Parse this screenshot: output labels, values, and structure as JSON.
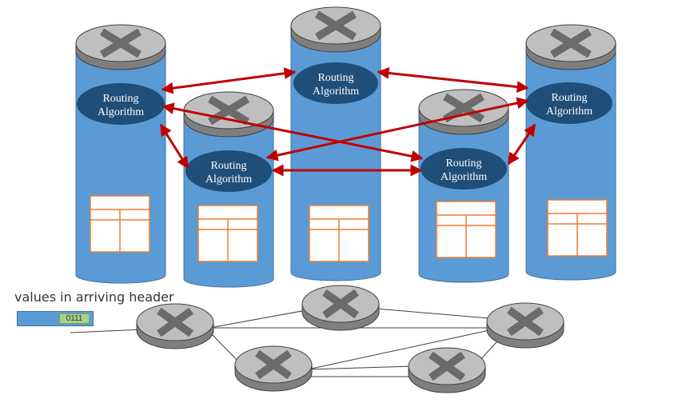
{
  "colors": {
    "cylinder_fill": "#5b9bd5",
    "cylinder_stroke": "#41719c",
    "router_top": "#bfbfbf",
    "router_side": "#7f7f7f",
    "router_cross": "#6b6b6b",
    "algorithm_fill": "#1f4e79",
    "table_stroke": "#ed7d31",
    "arrow": "#c00000",
    "link": "#404040"
  },
  "control_plane": {
    "algorithm_label_line1": "Routing",
    "algorithm_label_line2": "Algorithm",
    "node_count": 5
  },
  "data_plane": {
    "header_caption": "values in arriving header",
    "header_value": "0111"
  }
}
